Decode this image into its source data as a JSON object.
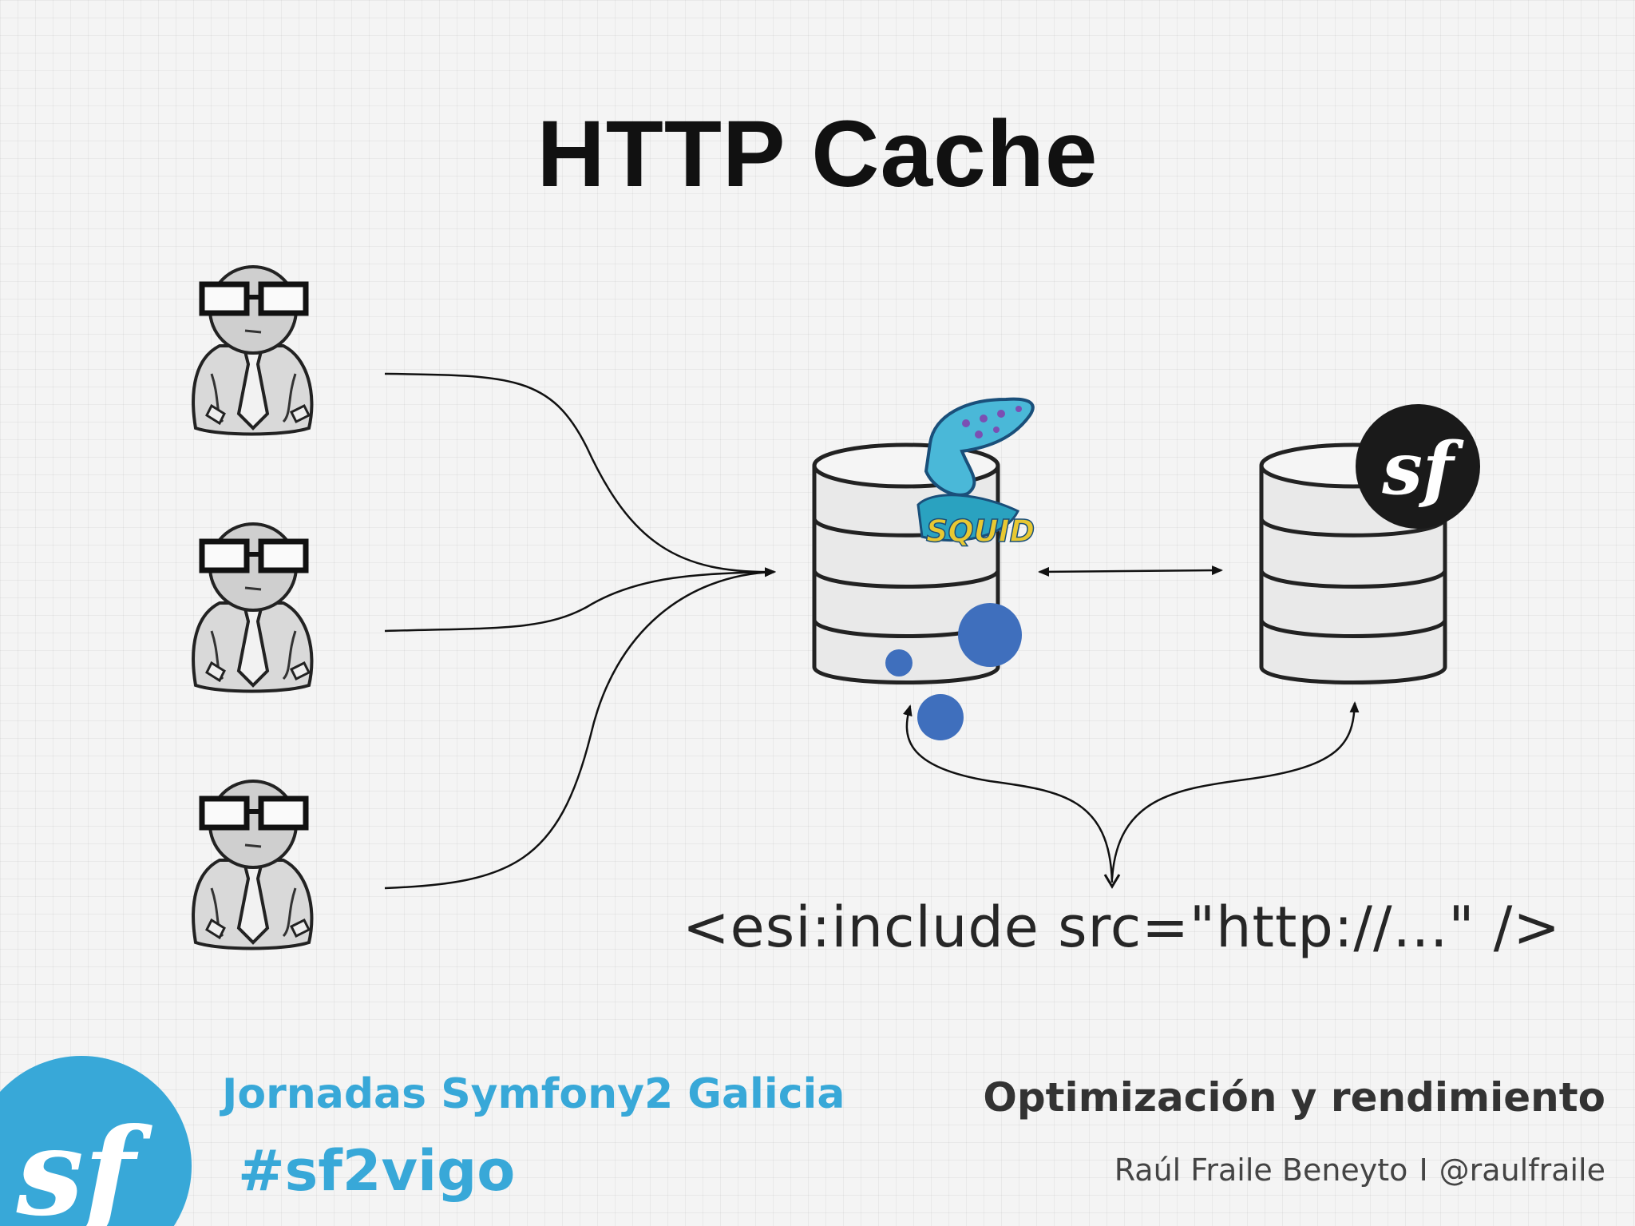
{
  "slide": {
    "title": "HTTP Cache",
    "esi_tag": "<esi:include src=\"http://...\" />"
  },
  "nodes": {
    "users": [
      {
        "icon": "user-with-glasses-icon"
      },
      {
        "icon": "user-with-glasses-icon"
      },
      {
        "icon": "user-with-glasses-icon"
      }
    ],
    "proxy_cache": {
      "icon": "database-icon",
      "logo_text": "SQUID",
      "logo_icon": "squid-logo-icon"
    },
    "app_server": {
      "icon": "database-icon",
      "logo_text": "sf",
      "logo_icon": "symfony-logo-icon"
    }
  },
  "footer": {
    "event_name": "Jornadas Symfony2 Galicia",
    "hashtag": "#sf2vigo",
    "talk_title": "Optimización y rendimiento",
    "author": "Raúl Fraile Beneyto",
    "separator": "I",
    "handle": "@raulfraile",
    "logo_text": "sf"
  },
  "colors": {
    "symfony_blue": "#38a8d8",
    "dot_blue": "#3f6fbd",
    "ink": "#111111"
  }
}
